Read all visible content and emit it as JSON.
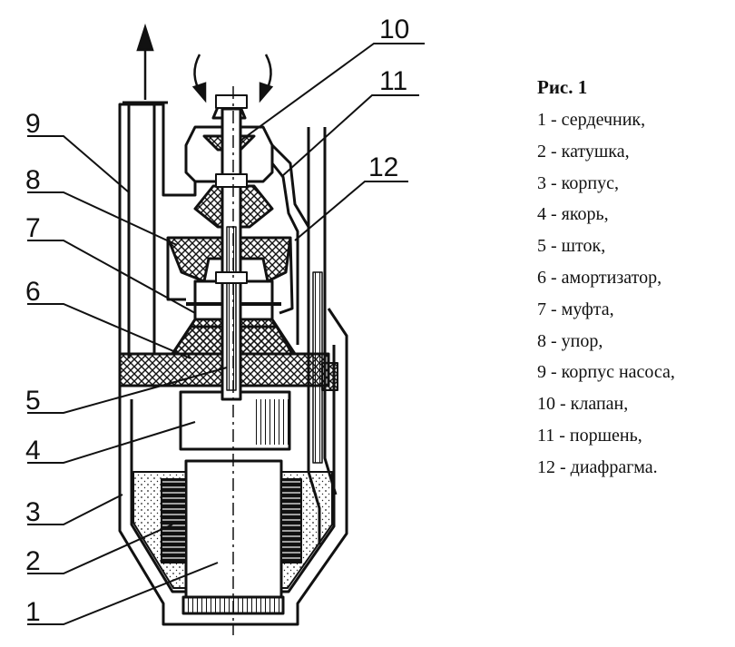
{
  "figure": {
    "title": "Рис.  1",
    "items": [
      {
        "num": "1",
        "text": "1 - сердечник,"
      },
      {
        "num": "2",
        "text": "2 - катушка,"
      },
      {
        "num": "3",
        "text": "3 - корпус,"
      },
      {
        "num": "4",
        "text": "4 - якорь,"
      },
      {
        "num": "5",
        "text": "5 - шток,"
      },
      {
        "num": "6",
        "text": "6 - амортизатор,"
      },
      {
        "num": "7",
        "text": "7 - муфта,"
      },
      {
        "num": "8",
        "text": "8 - упор,"
      },
      {
        "num": "9",
        "text": "9 - корпус насоса,"
      },
      {
        "num": "10",
        "text": "10 - клапан,"
      },
      {
        "num": "11",
        "text": "11 - поршень,"
      },
      {
        "num": "12",
        "text": "12 - диафрагма."
      }
    ]
  },
  "callouts": {
    "c1": "1",
    "c2": "2",
    "c3": "3",
    "c4": "4",
    "c5": "5",
    "c6": "6",
    "c7": "7",
    "c8": "8",
    "c9": "9",
    "c10": "10",
    "c11": "11",
    "c12": "12"
  }
}
